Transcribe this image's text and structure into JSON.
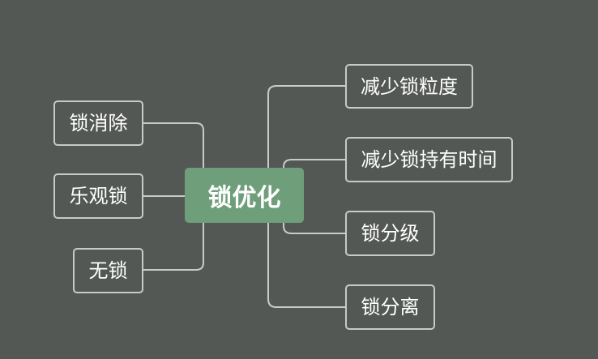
{
  "diagram": {
    "center": "锁优化",
    "left_nodes": [
      "锁消除",
      "乐观锁",
      "无锁"
    ],
    "right_nodes": [
      "减少锁粒度",
      "减少锁持有时间",
      "锁分级",
      "锁分离"
    ]
  },
  "colors": {
    "background": "#545855",
    "center_fill": "#6f9f7a",
    "border": "#c8cac7",
    "text": "#ffffff"
  }
}
